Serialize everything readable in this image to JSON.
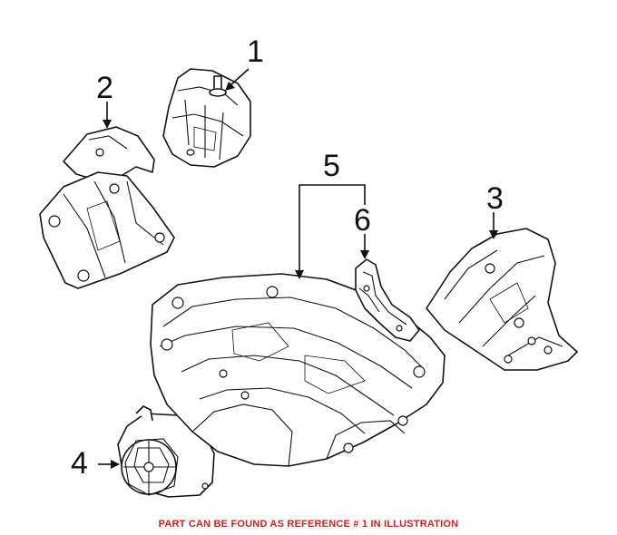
{
  "callouts": [
    "1",
    "2",
    "3",
    "4",
    "5",
    "6"
  ],
  "footer_note": "PART CAN BE FOUND AS REFERENCE # 1 IN ILLUSTRATION",
  "colors": {
    "note": "#cc2222",
    "linework": "#111111",
    "background": "#ffffff"
  }
}
